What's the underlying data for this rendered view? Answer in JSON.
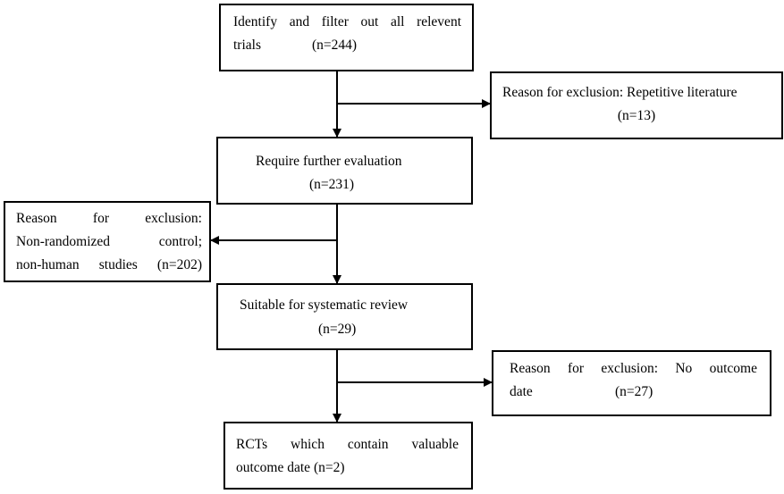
{
  "boxes": {
    "identify": {
      "line1": "Identify and filter out all relevent",
      "line2_label": "trials",
      "line2_count": "(n=244)"
    },
    "exclusion_repetitive": {
      "line1": "Reason for exclusion: Repetitive literature",
      "line2": "(n=13)"
    },
    "further_evaluation": {
      "line1": "Require further evaluation",
      "line2": "(n=231)"
    },
    "exclusion_nonrandomized": {
      "line1": "Reason for exclusion:",
      "line2": "Non-randomized control;",
      "line3": "non-human studies (n=202)"
    },
    "systematic_review": {
      "line1": "Suitable for systematic review",
      "line2": "(n=29)"
    },
    "exclusion_no_outcome": {
      "line1": "Reason for exclusion: No outcome",
      "line2_label": "date",
      "line2_count": "(n=27)"
    },
    "rcts": {
      "line1": "RCTs which contain valuable",
      "line2": "outcome date (n=2)"
    }
  }
}
